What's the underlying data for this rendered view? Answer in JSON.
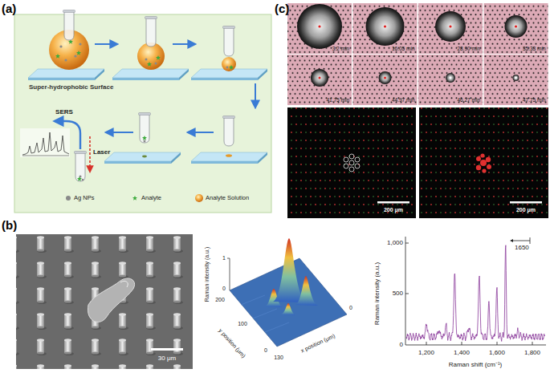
{
  "diagram": {
    "labels": [
      "(a)",
      "Super-hydrophobic Surface",
      "SERS",
      "Laser",
      "(b)",
      "30 μm",
      "Raman intensity (a.u.)",
      "1",
      "0",
      "200",
      "100",
      "0",
      "y position (μm)",
      "130",
      "0",
      "x position (μm)",
      "Raman intensity (a.u.)",
      "1,000",
      "500",
      "0",
      "1,200",
      "1,400",
      "1,600",
      "1,800",
      "Raman shift (cm⁻¹)",
      "1650",
      "(c)",
      "3.2 min",
      "16.05 min",
      "28.90 min",
      "35.33 min",
      "41.75 min",
      "44.97 min",
      "46.27 min",
      "47.75 min",
      "200 μm",
      "200 μm"
    ],
    "legend": [
      {
        "text": "Ag NPs"
      },
      {
        "text": "Analyte"
      },
      {
        "text": "Analyte Solution"
      }
    ]
  }
}
